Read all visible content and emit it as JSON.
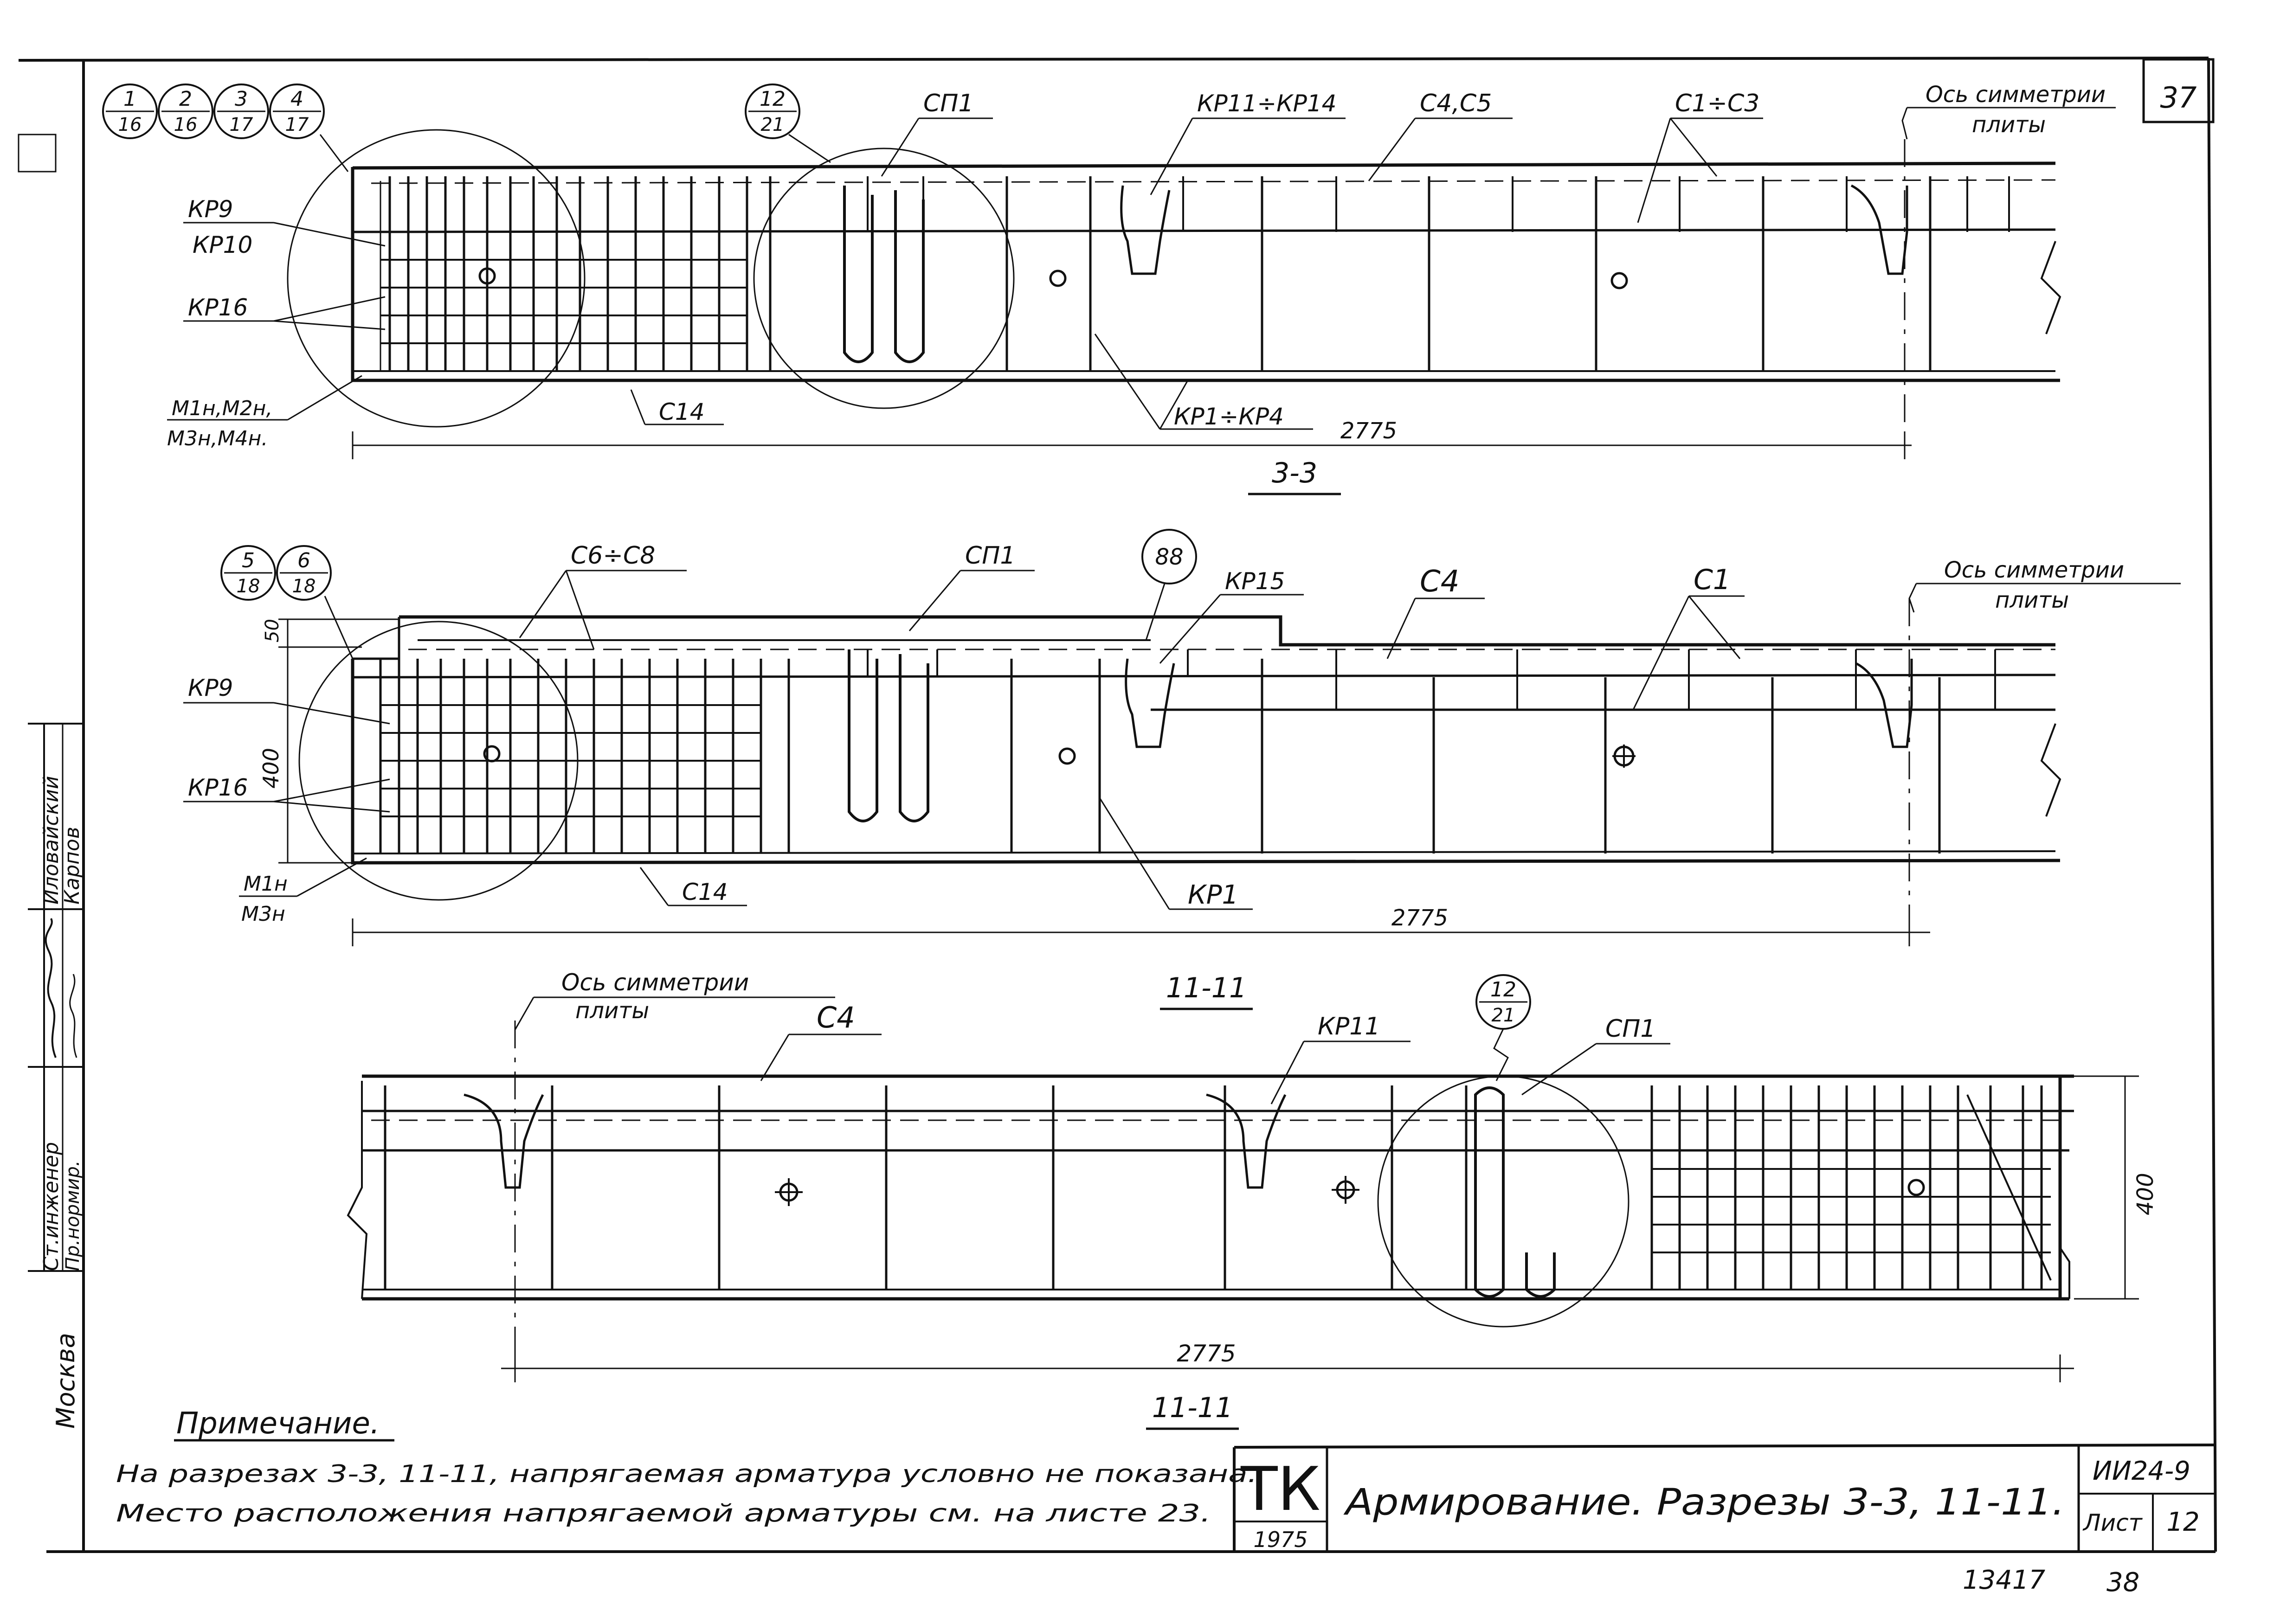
{
  "sheet_number": "37",
  "side_stamp": {
    "role1": "Ст.инженер",
    "name1": "Иловайский",
    "role2": "Пр.нормир.",
    "name2": "Карпов",
    "city": "Москва"
  },
  "section_a": {
    "title": "3-3",
    "callouts": [
      {
        "num": "1",
        "sheet": "16"
      },
      {
        "num": "2",
        "sheet": "16"
      },
      {
        "num": "3",
        "sheet": "17"
      },
      {
        "num": "4",
        "sheet": "17"
      },
      {
        "num": "12",
        "sheet": "21"
      }
    ],
    "labels": {
      "sp1": "СП1",
      "kr11_14": "КР11÷КР14",
      "c4c5": "С4,С5",
      "c1c3": "С1÷С3",
      "axis1": "Ось симметрии",
      "axis2": "плиты",
      "kr9": "КР9",
      "kr10": "КР10",
      "kr16": "КР16",
      "m1": "М1н,М2н,",
      "m2": "М3н,М4н.",
      "c14": "С14",
      "kr1_4": "КР1÷КР4",
      "dim": "2775"
    }
  },
  "section_b": {
    "title": "",
    "callouts": [
      {
        "num": "5",
        "sheet": "18"
      },
      {
        "num": "6",
        "sheet": "18"
      },
      {
        "num": "88",
        "sheet": ""
      }
    ],
    "labels": {
      "c6c8": "С6÷С8",
      "sp1": "СП1",
      "kr15": "КР15",
      "c4": "С4",
      "c1": "С1",
      "axis1": "Ось симметрии",
      "axis2": "плиты",
      "kr9": "КР9",
      "kr16": "КР16",
      "m1": "М1н",
      "m2": "М3н",
      "c14": "С14",
      "kr1": "КР1",
      "dim50": "50",
      "dim400": "400",
      "dim": "2775"
    }
  },
  "section_c": {
    "title_top": "11-11",
    "title_bottom": "11-11",
    "callouts": [
      {
        "num": "12",
        "sheet": "21"
      }
    ],
    "labels": {
      "axis1": "Ось симметрии",
      "axis2": "плиты",
      "c4": "С4",
      "kr11": "КР11",
      "sp1": "СП1",
      "dim400": "400",
      "dim": "2775"
    }
  },
  "note": {
    "title": "Примечание.",
    "line1": "На разрезах 3-3, 11-11, напрягаемая арматура условно не показана.",
    "line2": "Место расположения напрягаемой арматуры см. на листе 23."
  },
  "title_block": {
    "logo": "ТК",
    "year": "1975",
    "title": "Армирование. Разрезы 3-3, 11-11.",
    "series": "ИИ24-9",
    "sheet_label": "Лист",
    "sheet_no": "12"
  },
  "footer": {
    "archive": "13417",
    "page": "38"
  }
}
